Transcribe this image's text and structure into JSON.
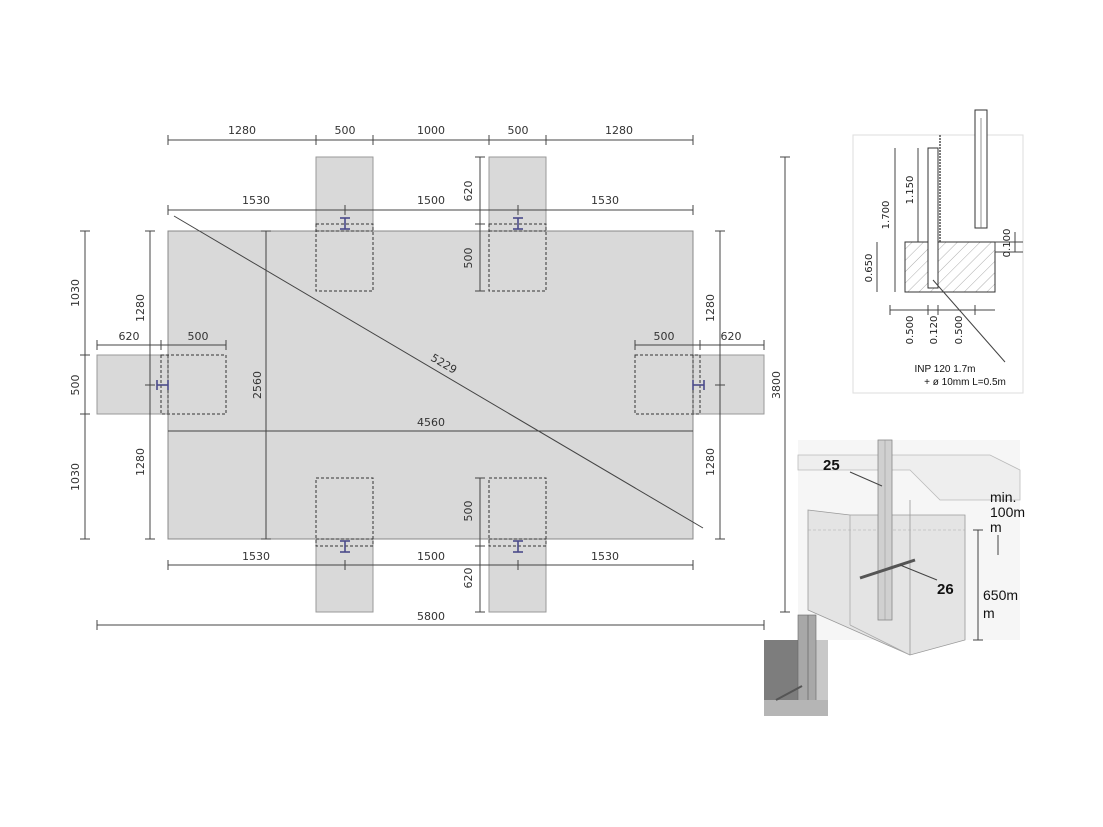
{
  "plan": {
    "top_dims": [
      "1280",
      "500",
      "1000",
      "500",
      "1280"
    ],
    "inner_top_dims": [
      "1530",
      "1500",
      "1530"
    ],
    "bottom_dims": [
      "1530",
      "1500",
      "1530"
    ],
    "total_width": "5800",
    "slab_width": "4560",
    "slab_depth": "2560",
    "diagonal": "5229",
    "total_depth": "3800",
    "left_outer_dims": [
      "1030",
      "500",
      "1030"
    ],
    "left_inner_dims": [
      "1280",
      "1280"
    ],
    "right_inner_dims": [
      "1280",
      "1280"
    ],
    "left_footing_dims": [
      "620",
      "500"
    ],
    "right_footing_dims": [
      "500",
      "620"
    ],
    "top_footing_dims": [
      "620",
      "500"
    ],
    "bottom_footing_dims": [
      "500",
      "620"
    ]
  },
  "section": {
    "heights": [
      "1.700",
      "1.150",
      "0.650",
      "0.100"
    ],
    "widths": [
      "0.500",
      "0.120",
      "0.500"
    ],
    "caption_line1": "INP 120 1.7m",
    "caption_line2": "+ ø 10mm L=0.5m"
  },
  "iso": {
    "label_25": "25",
    "label_26": "26",
    "min_label_line1": "min.",
    "min_label_line2": "100m",
    "min_label_line3": "m",
    "depth_label_line1": "650m",
    "depth_label_line2": "m"
  }
}
